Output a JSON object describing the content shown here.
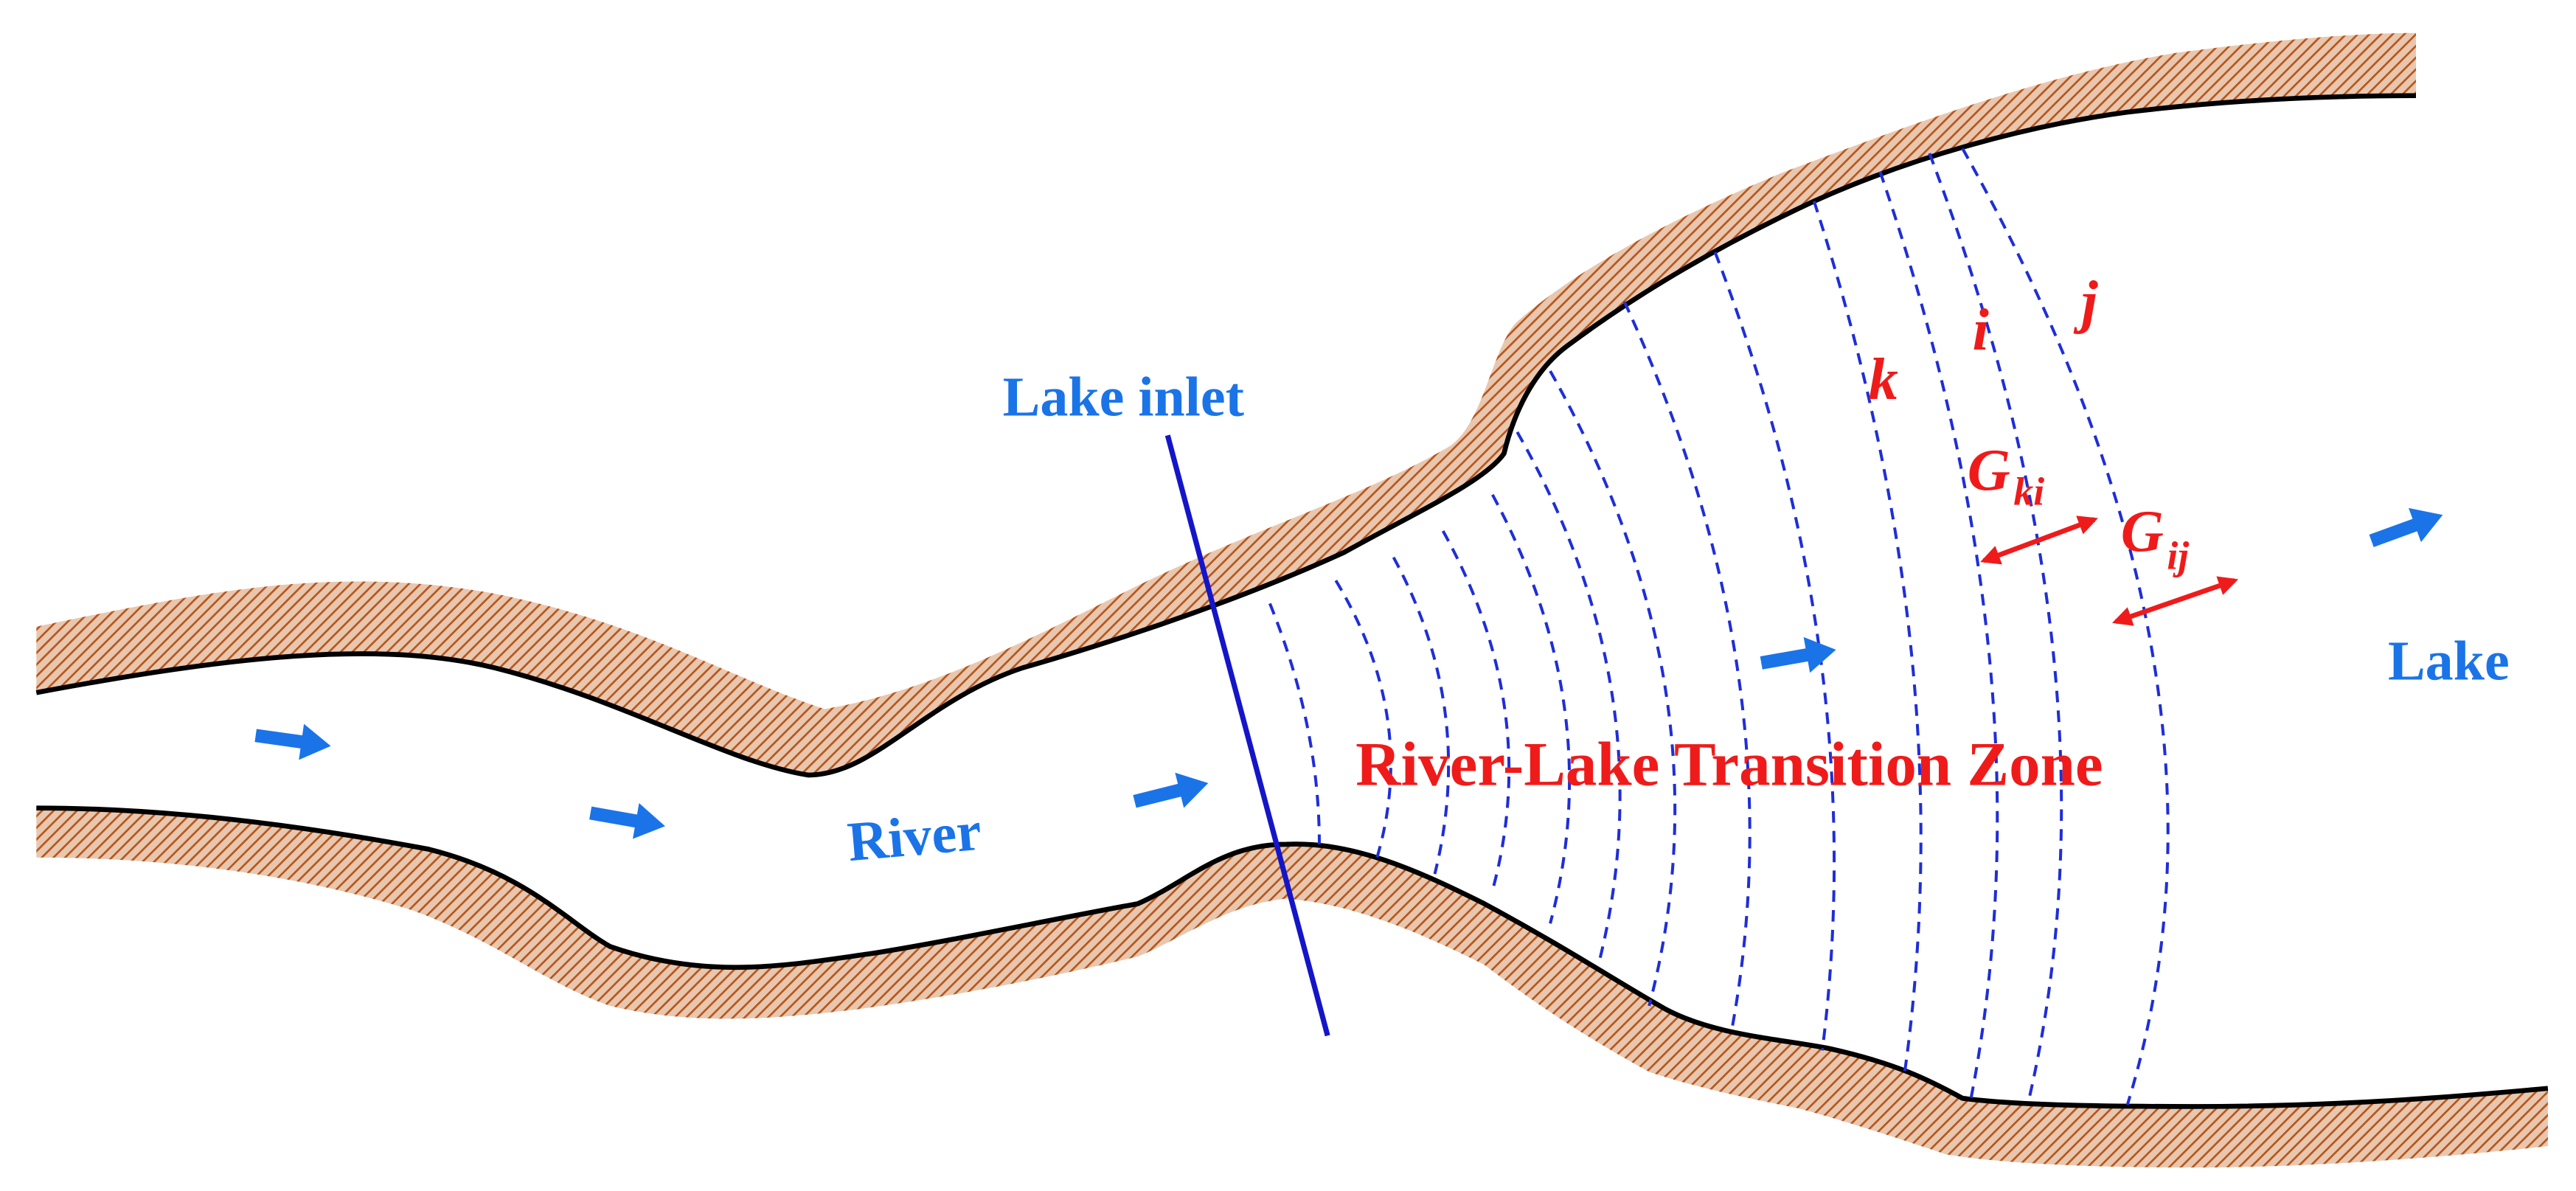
{
  "labels": {
    "lake_inlet": "Lake inlet",
    "river": "River",
    "lake": "Lake",
    "transition_zone": "River-Lake Transition Zone",
    "contour_k": "k",
    "contour_i": "i",
    "contour_j": "j",
    "gap_ki_base": "G",
    "gap_ki_sub": "ki",
    "gap_ij_base": "G",
    "gap_ij_sub": "ij"
  },
  "colors": {
    "flow_arrow": "#1a74e8",
    "contour_line": "#1f2ed6",
    "inlet_line": "#1515c8",
    "bank_line": "#000000",
    "bank_hatch": "#b5561e",
    "label_blue": "#1a74e8",
    "label_red": "#ef1b1b"
  },
  "icons": {
    "flow": "arrow-right-icon",
    "gap": "double-arrow-icon"
  }
}
